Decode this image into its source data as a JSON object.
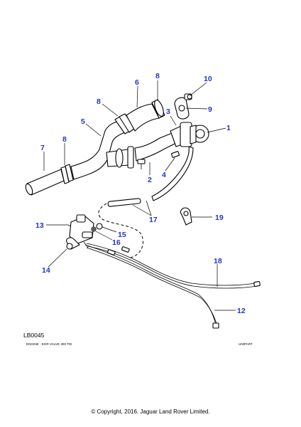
{
  "callouts": [
    "1",
    "2",
    "3",
    "4",
    "5",
    "6",
    "7",
    "8",
    "8",
    "8",
    "9",
    "10",
    "12",
    "13",
    "14",
    "15",
    "16",
    "17",
    "18",
    "19"
  ],
  "colors": {
    "callout": "#2233cc",
    "line": "#000000",
    "background": "#ffffff"
  },
  "figure_code": "LB0045",
  "caption_left": "ENGINE - EGR VALVE 300 TDI",
  "caption_right": "UNIPART",
  "copyright": "© Copyright, 2016. Jaguar Land Rover Limited."
}
